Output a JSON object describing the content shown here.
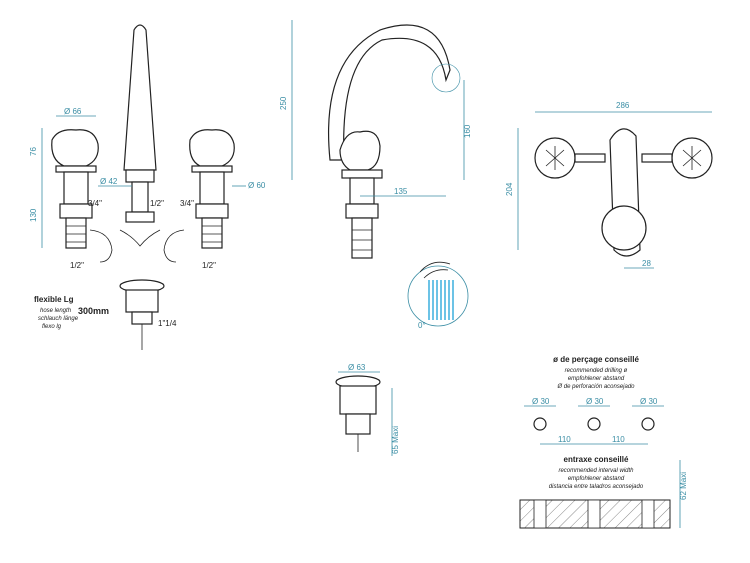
{
  "front_view": {
    "dim_66": "66",
    "dim_76": "76",
    "dim_130": "130",
    "dim_42": "42",
    "dim_60": "60",
    "thread_left": "3/4\"",
    "thread_center": "1/2\"",
    "thread_right": "3/4\"",
    "thread_bottom_left": "1/2\"",
    "thread_bottom_right": "1/2\"",
    "drain_thread": "1\"1/4",
    "diameter_sign": "Ø",
    "hose": {
      "title": "flexible Lg",
      "de": "hose length",
      "de2": "schlauch länge",
      "es": "flexo lg",
      "length": "300mm"
    }
  },
  "side_view": {
    "dim_250": "250",
    "dim_160": "160",
    "dim_135": "135",
    "detail_angle": "0°"
  },
  "top_view": {
    "dim_286": "286",
    "dim_204": "204",
    "dim_28": "28"
  },
  "drain_view": {
    "dim_63": "63",
    "dim_65": "65 Maxi"
  },
  "drilling": {
    "title": "ø de perçage conseillé",
    "en": "recommended drilling ø",
    "de": "empfohlener abstand",
    "es": "Ø de perforación aconsejado",
    "holes": [
      "30",
      "30",
      "30"
    ],
    "spacing": [
      "110",
      "110"
    ]
  },
  "interval": {
    "title": "entraxe conseillé",
    "en": "recommended interval width",
    "de": "empfohlener abstand",
    "es": "distancia entre taladros aconsejado",
    "max": "62 Maxi"
  }
}
